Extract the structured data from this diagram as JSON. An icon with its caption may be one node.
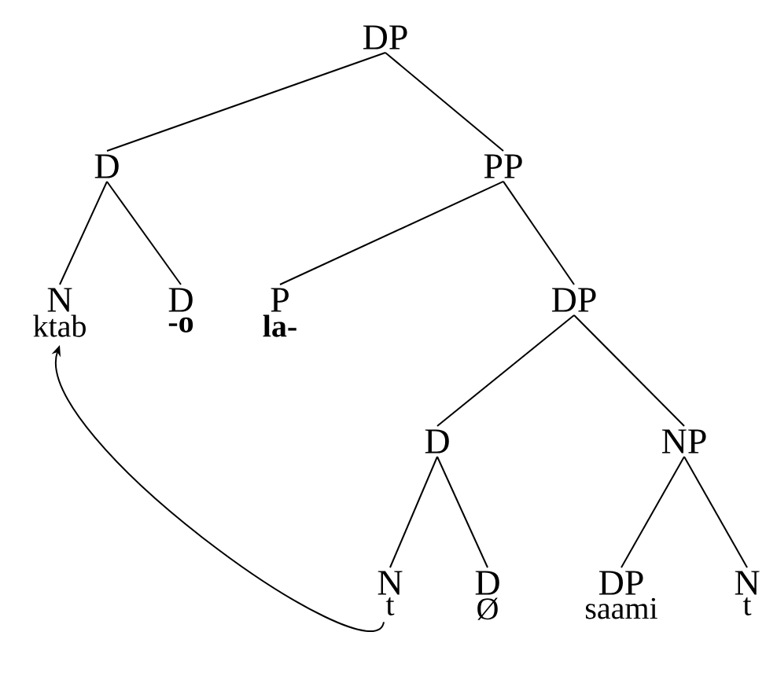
{
  "diagram": {
    "nodes": [
      {
        "text": [
          "DP"
        ]
      },
      {
        "text": [
          "D"
        ]
      },
      {
        "text": [
          "PP"
        ]
      },
      {
        "text": [
          "N",
          "ktab"
        ]
      },
      {
        "text": [
          "D",
          "**-o**"
        ]
      },
      {
        "text": [
          "P",
          "**la-**"
        ]
      },
      {
        "text": [
          "DP"
        ]
      },
      {
        "text": [
          "D"
        ]
      },
      {
        "text": [
          "NP"
        ]
      },
      {
        "text": [
          "N",
          "t"
        ]
      },
      {
        "text": [
          "D",
          "Ø"
        ]
      },
      {
        "text": [
          "DP",
          "saami"
        ]
      },
      {
        "text": [
          "N",
          "t"
        ]
      }
    ],
    "edges": [
      {
        "from": 0,
        "to": 1,
        "arrow": "none"
      },
      {
        "from": 0,
        "to": 2,
        "arrow": "none"
      },
      {
        "from": 1,
        "to": 3,
        "arrow": "none"
      },
      {
        "from": 1,
        "to": 4,
        "arrow": "none"
      },
      {
        "from": 2,
        "to": 5,
        "arrow": "none"
      },
      {
        "from": 2,
        "to": 6,
        "arrow": "none"
      },
      {
        "from": 6,
        "to": 7,
        "arrow": "none"
      },
      {
        "from": 6,
        "to": 8,
        "arrow": "none"
      },
      {
        "from": 7,
        "to": 9,
        "arrow": "none"
      },
      {
        "from": 7,
        "to": 10,
        "arrow": "none"
      },
      {
        "from": 8,
        "to": 11,
        "arrow": "none"
      },
      {
        "from": 8,
        "to": 12,
        "arrow": "none"
      },
      {
        "from": 9,
        "to": 3,
        "arrow": "to"
      }
    ]
  }
}
